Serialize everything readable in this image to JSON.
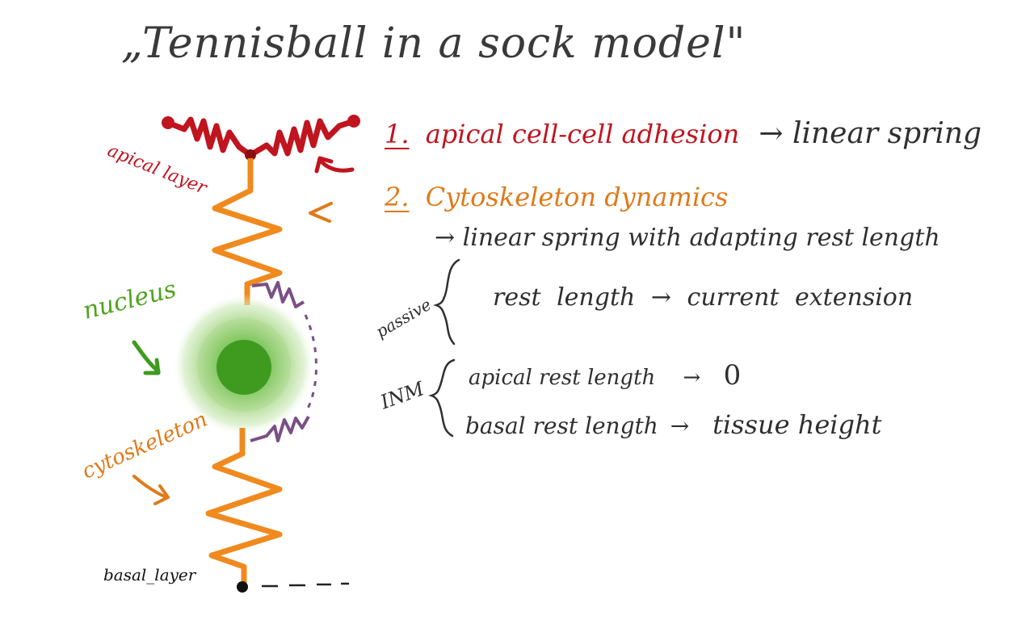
{
  "title": "„Tennisball in a sock model\"",
  "labels": {
    "apical_layer": "apical layer",
    "nucleus": "nucleus",
    "cytoskeleton": "cytoskeleton",
    "basal_layer": "basal_layer"
  },
  "items": [
    {
      "number": "1.",
      "text": "apical cell-cell adhesion",
      "result": "→ linear spring"
    },
    {
      "number": "2.",
      "text": "Cytoskeleton dynamics",
      "result": "→ linear spring with adapting rest length"
    }
  ],
  "passive": {
    "label": "passive",
    "text": "rest length → current extension"
  },
  "inm": {
    "label": "INM",
    "lines": [
      {
        "term": "apical rest length",
        "arrow": "→",
        "value": "0"
      },
      {
        "term": "basal rest length",
        "arrow": "→",
        "value": "tissue height"
      }
    ]
  },
  "colors": {
    "apical": "#c0141e",
    "cytoskeleton": "#f08a1e",
    "nucleus_outer": "#a8d88a",
    "nucleus_inner": "#3f9b1f",
    "linker": "#7a4f86",
    "ink": "#2f2f2f"
  }
}
